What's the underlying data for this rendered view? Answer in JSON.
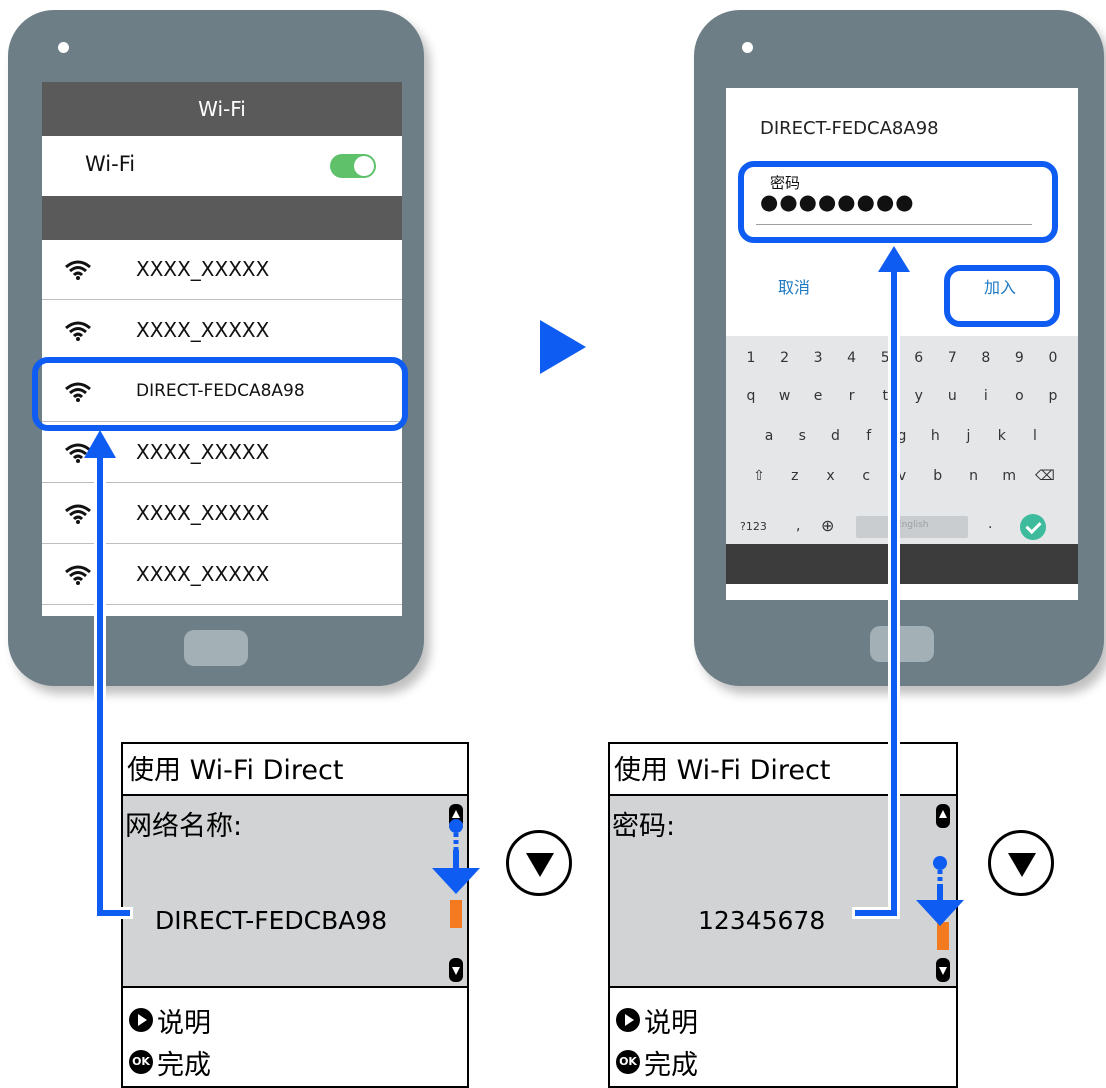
{
  "left_phone": {
    "header_title": "Wi-Fi",
    "toggle_label": "Wi-Fi",
    "toggle_on": true,
    "networks": [
      {
        "name": "XXXX_XXXXX"
      },
      {
        "name": "XXXX_XXXXX"
      },
      {
        "name": "DIRECT-FEDCA8A98",
        "selected": true
      },
      {
        "name": "XXXX_XXXXX"
      },
      {
        "name": "XXXX_XXXXX"
      },
      {
        "name": "XXXX_XXXXX"
      }
    ]
  },
  "right_phone": {
    "dialog_title": "DIRECT-FEDCA8A98",
    "password_label": "密码",
    "password_value": "●●●●●●●●",
    "cancel_label": "取消",
    "join_label": "加入",
    "keyboard": {
      "row1": [
        "1",
        "2",
        "3",
        "4",
        "5",
        "6",
        "7",
        "8",
        "9",
        "0"
      ],
      "row2": [
        "q",
        "w",
        "e",
        "r",
        "t",
        "y",
        "u",
        "i",
        "o",
        "p"
      ],
      "row3": [
        "a",
        "s",
        "d",
        "f",
        "g",
        "h",
        "j",
        "k",
        "l"
      ],
      "row4": [
        "⇧",
        "z",
        "x",
        "c",
        "v",
        "b",
        "n",
        "m",
        "⌫"
      ],
      "symbols_key": "?123",
      "comma_key": ",",
      "globe_key": "⊕",
      "space_label": "English",
      "period_key": "."
    }
  },
  "lcd_left": {
    "title": "使用 Wi-Fi Direct",
    "label": "网络名称:",
    "value": "DIRECT-FEDCBA98",
    "help_label": "说明",
    "ok_icon_text": "OK",
    "done_label": "完成"
  },
  "lcd_right": {
    "title": "使用 Wi-Fi Direct",
    "label": "密码:",
    "value": "12345678",
    "help_label": "说明",
    "ok_icon_text": "OK",
    "done_label": "完成"
  },
  "colors": {
    "accent_blue": "#0f5cf2",
    "scroll_orange": "#f47a1f",
    "phone_body": "#6e7e86",
    "toggle_green": "#5fc26b"
  },
  "icons": [
    "wifi-signal-icon",
    "next-step-arrow-icon",
    "down-button-icon",
    "play-icon",
    "ok-icon",
    "checkmark-icon",
    "globe-icon"
  ]
}
